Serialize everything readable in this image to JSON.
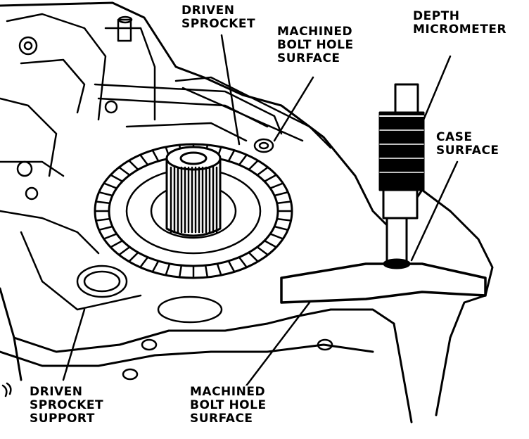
{
  "labels": {
    "driven_sprocket": [
      "DRIVEN",
      "SPROCKET"
    ],
    "machined_bolt_hole_surface_top": [
      "MACHINED",
      "BOLT HOLE",
      "SURFACE"
    ],
    "depth_micrometer": [
      "DEPTH",
      "MICROMETER"
    ],
    "case_surface": [
      "CASE",
      "SURFACE"
    ],
    "driven_sprocket_support": [
      "DRIVEN",
      "SPROCKET",
      "SUPPORT"
    ],
    "machined_bolt_hole_surface_bottom": [
      "MACHINED",
      "BOLT HOLE",
      "SURFACE"
    ]
  },
  "colors": {
    "ink": "#000000",
    "paper": "#ffffff"
  }
}
